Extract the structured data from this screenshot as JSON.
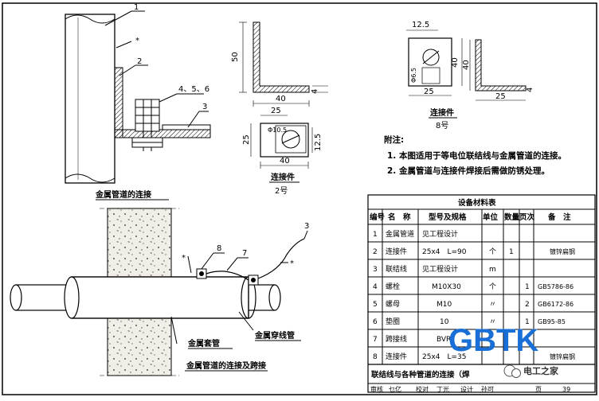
{
  "captions": {
    "fig1": "金属管道的连接",
    "fig2_title": "连接件",
    "fig2_num": "2号",
    "fig3_title": "连接件",
    "fig3_num": "8号",
    "fig4": "金属管道的连接及跨接",
    "sleeve": "金属套管",
    "pipe_label": "金属穿线管"
  },
  "callouts": {
    "c1": "1",
    "c2": "2",
    "c3": "3",
    "c456": "4、5、6",
    "c3b": "3",
    "c7": "7",
    "c8": "8",
    "star": "*"
  },
  "dims": {
    "d50": "50",
    "d4a": "4",
    "d40a": "40",
    "d25a": "25",
    "d10_5": "Φ10.5",
    "d12_5a": "12.5",
    "d25b": "25",
    "d40b": "40",
    "d12_5b": "12.5",
    "d6_5": "Φ6.5",
    "d40c": "40",
    "d40d": "40",
    "d25c": "25",
    "d25d": "25",
    "d4b": "4"
  },
  "notes": {
    "title": "附注:",
    "n1": "1. 本图适用于等电位联结线与金属管道的连接。",
    "n2": "2. 金属管道与连接件焊接后需做防锈处理。"
  },
  "table": {
    "title": "设备材料表",
    "headers": [
      "编号",
      "名　称",
      "型号及规格",
      "单位",
      "数量",
      "页次",
      "备　注"
    ],
    "rows": [
      [
        "1",
        "金属管道",
        "见工程设计",
        "",
        "",
        "",
        ""
      ],
      [
        "2",
        "连接件",
        "25x4　L=90",
        "个",
        "1",
        "",
        "镀锌扁钢"
      ],
      [
        "3",
        "联结线",
        "见工程设计",
        "m",
        "",
        "",
        ""
      ],
      [
        "4",
        "螺栓",
        "M10X30",
        "个",
        "1",
        "",
        "GB5786-86"
      ],
      [
        "5",
        "螺母",
        "M10",
        "〃",
        "2",
        "",
        "GB6172-86"
      ],
      [
        "6",
        "垫圈",
        "10",
        "〃",
        "1",
        "",
        "GB95-85"
      ],
      [
        "7",
        "跨接线",
        "BVR",
        "",
        "",
        "",
        ""
      ],
      [
        "8",
        "连接件",
        "25x4　L=35",
        "",
        "",
        "",
        "镀锌扁钢"
      ]
    ],
    "footer_title": "联结线与各种管道的连接（焊",
    "footer_row": [
      "审核",
      "乜亿",
      "校对",
      "丁光",
      "设计",
      "孙可",
      "页",
      "39"
    ]
  },
  "watermark": {
    "logo": "GBTK",
    "brand": "电工之家"
  }
}
